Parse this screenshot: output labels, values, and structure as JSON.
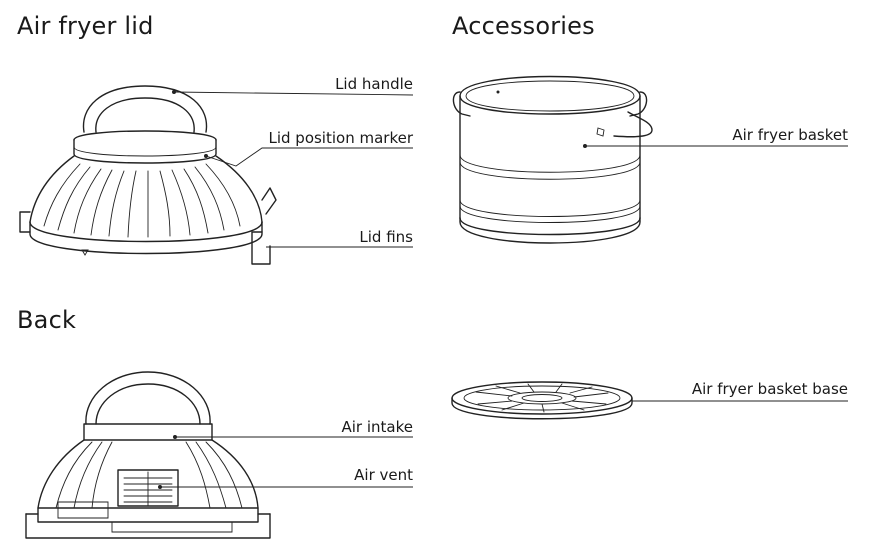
{
  "sections": {
    "air_fryer_lid": {
      "title": "Air fryer lid",
      "labels": {
        "lid_handle": "Lid handle",
        "lid_position_marker": "Lid position marker",
        "lid_fins": "Lid fins"
      }
    },
    "accessories": {
      "title": "Accessories",
      "labels": {
        "air_fryer_basket": "Air fryer basket",
        "air_fryer_basket_base": "Air fryer basket base"
      }
    },
    "back": {
      "title": "Back",
      "labels": {
        "air_intake": "Air intake",
        "air_vent": "Air vent"
      }
    }
  }
}
